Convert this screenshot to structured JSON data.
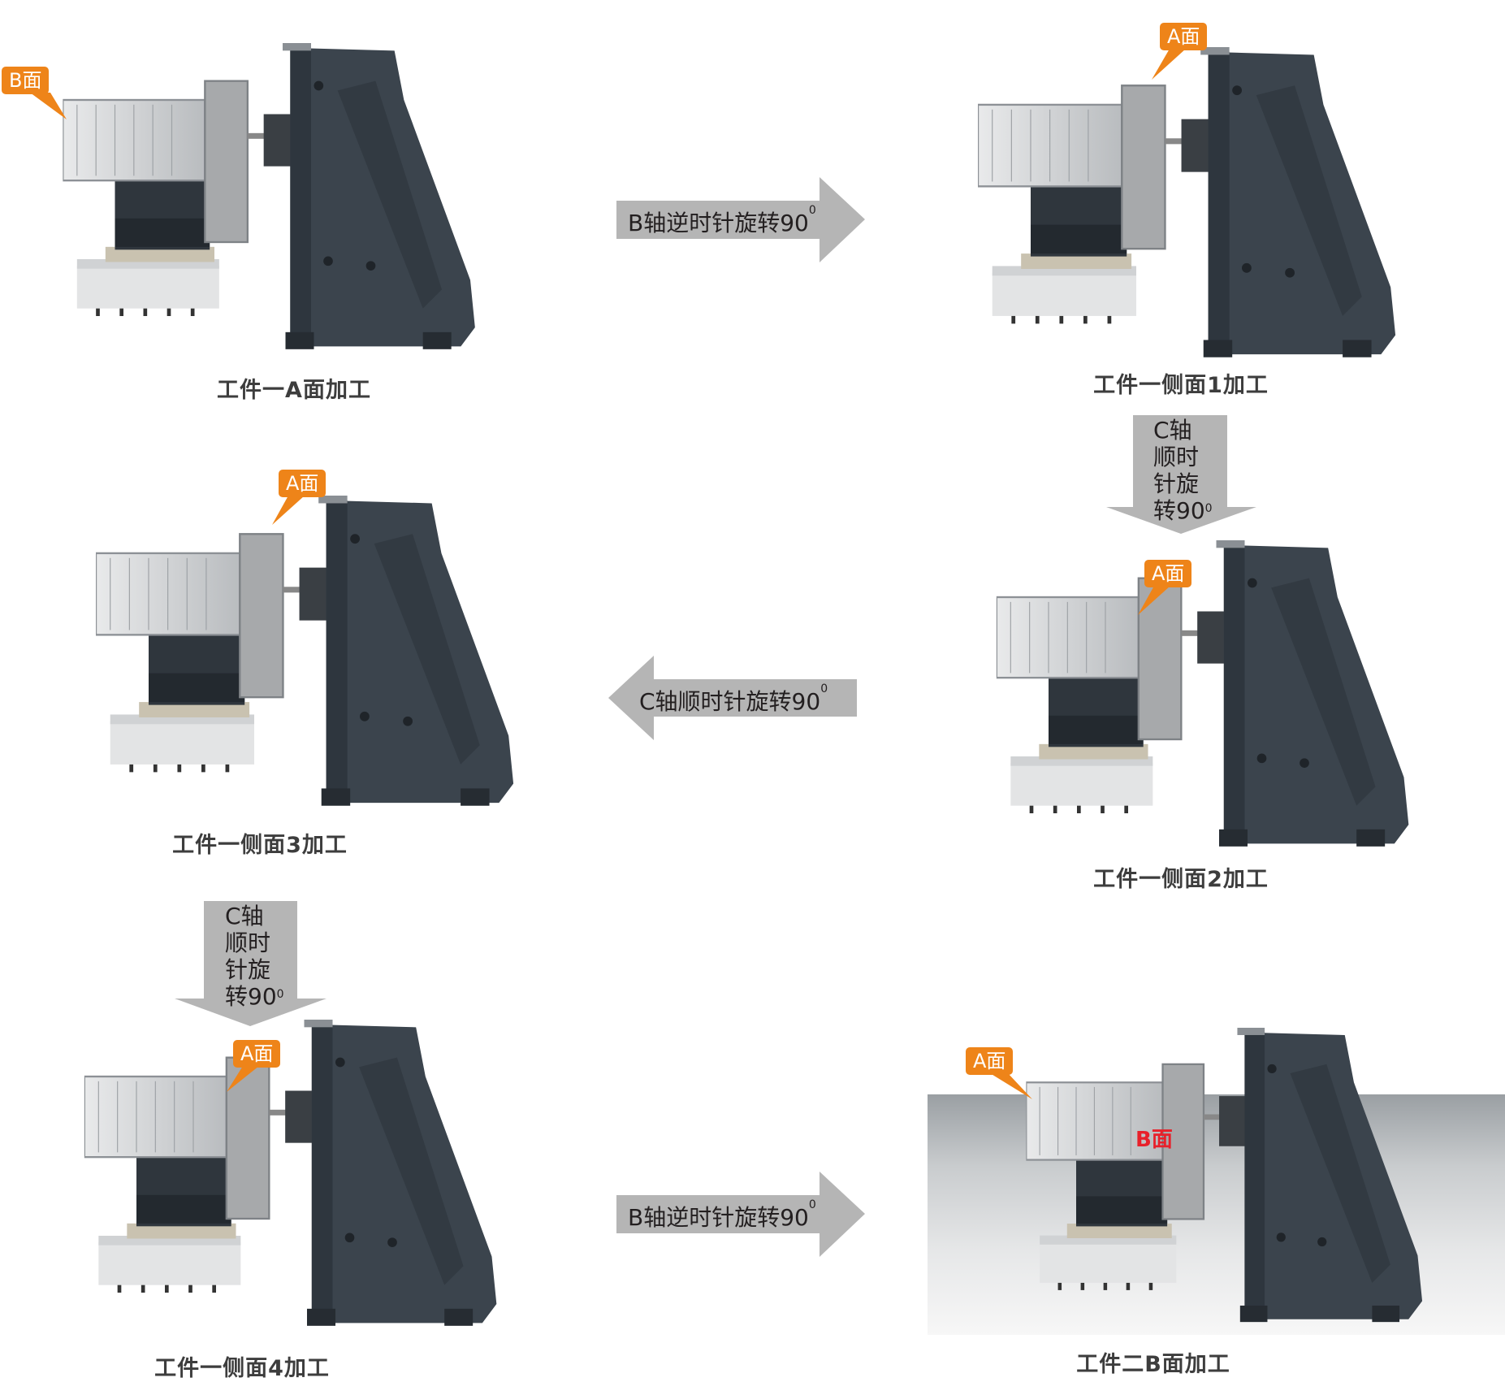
{
  "colors": {
    "badge": "#ee8419",
    "arrow": "#b5b5b5",
    "column": "#3b444d",
    "column_light": "#56636d",
    "red_label": "#e8202a"
  },
  "panels": [
    {
      "caption": "工件一A面加工",
      "badge": "B面"
    },
    {
      "caption": "工件一侧面1加工",
      "badge": "A面"
    },
    {
      "caption": "工件一侧面3加工",
      "badge": "A面"
    },
    {
      "caption": "工件一侧面2加工",
      "badge": "A面"
    },
    {
      "caption": "工件一侧面4加工",
      "badge": "A面"
    },
    {
      "caption": "工件二B面加工",
      "badge": "A面",
      "part_label": "B面"
    }
  ],
  "arrows": {
    "right_1": {
      "label": "B轴逆时针旋转90",
      "sup": "0"
    },
    "down_1": {
      "lines": [
        "C轴",
        "顺时",
        "针旋",
        "转90"
      ],
      "sup": "0"
    },
    "left_1": {
      "label": "C轴顺时针旋转90",
      "sup": "0"
    },
    "down_2": {
      "lines": [
        "C轴",
        "顺时",
        "针旋",
        "转90"
      ],
      "sup": "0"
    },
    "right_2": {
      "label": "B轴逆时针旋转90",
      "sup": "0"
    }
  }
}
